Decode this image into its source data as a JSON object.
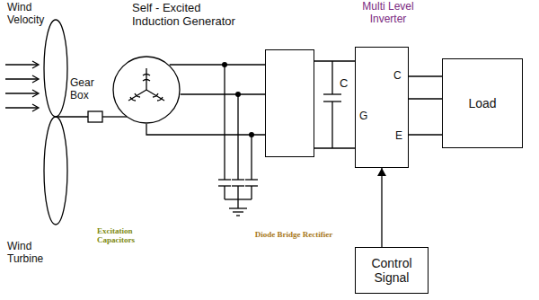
{
  "diagram": {
    "nodes": [
      {
        "text": [
          "Multi Level Inverter",
          "C",
          "G",
          "E"
        ]
      },
      {
        "text": [
          "Load"
        ]
      },
      {
        "text": [
          "Control Signal"
        ]
      },
      {
        "text": [
          "Diode Bridge Rectifier"
        ]
      },
      {
        "text": [
          "Self - Excited Induction Generator"
        ]
      }
    ],
    "edges": [
      {
        "from": 2,
        "to": 0,
        "arrow": "to"
      },
      {
        "from": 0,
        "to": 1,
        "arrow": "none"
      },
      {
        "from": 3,
        "to": 0,
        "arrow": "none"
      },
      {
        "from": 4,
        "to": 3,
        "arrow": "none"
      }
    ],
    "labels": [
      "Wind Velocity",
      "Gear Box",
      "Wind Turbine",
      "Excitation Capacitors",
      "C"
    ]
  }
}
